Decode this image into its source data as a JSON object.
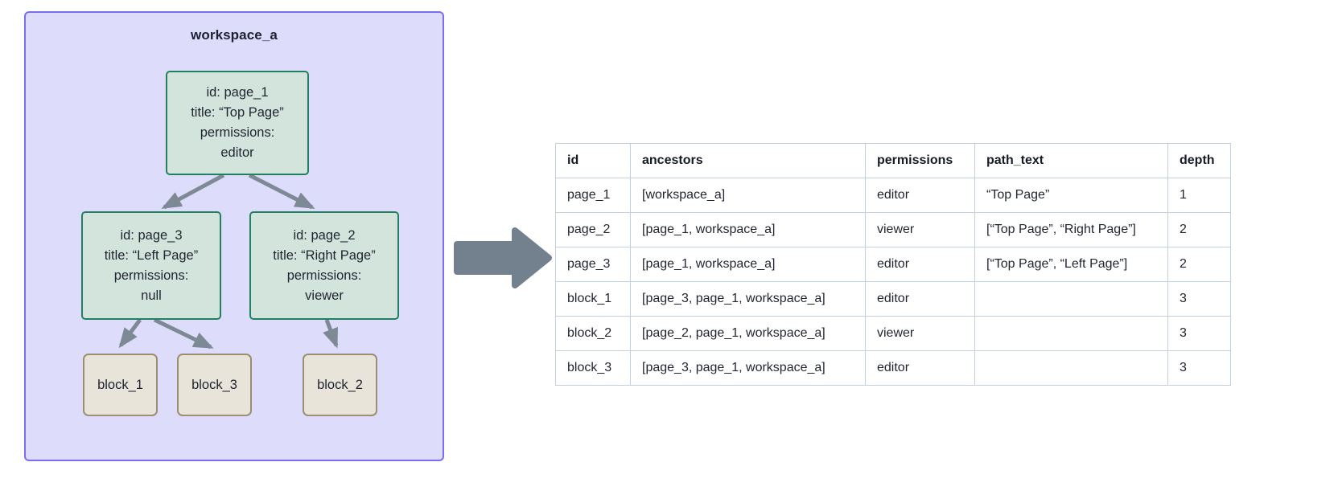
{
  "diagram": {
    "workspace_label": "workspace_a",
    "page_nodes": [
      {
        "name": "page-node-page-1",
        "id_line": "id: page_1",
        "title_line": "title: “Top Page”",
        "perm_label": "permissions:",
        "perm_value": "editor"
      },
      {
        "name": "page-node-page-3",
        "id_line": "id: page_3",
        "title_line": "title: “Left Page”",
        "perm_label": "permissions:",
        "perm_value": "null"
      },
      {
        "name": "page-node-page-2",
        "id_line": "id: page_2",
        "title_line": "title: “Right Page”",
        "perm_label": "permissions:",
        "perm_value": "viewer"
      }
    ],
    "block_nodes": [
      {
        "name": "block-node-block-1",
        "label": "block_1"
      },
      {
        "name": "block-node-block-3",
        "label": "block_3"
      },
      {
        "name": "block-node-block-2",
        "label": "block_2"
      }
    ],
    "colors": {
      "workspace_fill": "#dedcfb",
      "workspace_border": "#7c6ef0",
      "page_fill": "#d2e4dc",
      "page_border": "#21805f",
      "block_fill": "#e8e4da",
      "block_border": "#9b8f72",
      "edge": "#7d8a96",
      "flow_arrow": "#73808d"
    }
  },
  "table": {
    "headers": [
      "id",
      "ancestors",
      "permissions",
      "path_text",
      "depth"
    ],
    "rows": [
      {
        "id": "page_1",
        "ancestors": "[workspace_a]",
        "permissions": "editor",
        "path_text": "“Top Page”",
        "depth": "1"
      },
      {
        "id": "page_2",
        "ancestors": "[page_1, workspace_a]",
        "permissions": "viewer",
        "path_text": "[“Top Page”, “Right Page”]",
        "depth": "2"
      },
      {
        "id": "page_3",
        "ancestors": "[page_1, workspace_a]",
        "permissions": "editor",
        "path_text": "[“Top Page”, “Left Page”]",
        "depth": "2"
      },
      {
        "id": "block_1",
        "ancestors": "[page_3, page_1, workspace_a]",
        "permissions": "editor",
        "path_text": "",
        "depth": "3"
      },
      {
        "id": "block_2",
        "ancestors": "[page_2, page_1, workspace_a]",
        "permissions": "viewer",
        "path_text": "",
        "depth": "3"
      },
      {
        "id": "block_3",
        "ancestors": "[page_3, page_1, workspace_a]",
        "permissions": "editor",
        "path_text": "",
        "depth": "3"
      }
    ]
  }
}
